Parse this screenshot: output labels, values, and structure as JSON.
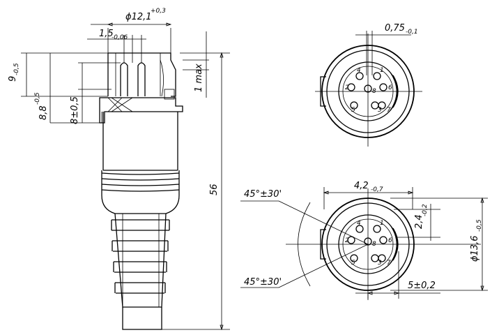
{
  "side_view": {
    "dims": {
      "dia_top": {
        "main": "ϕ12,1",
        "sup": "+0,3"
      },
      "offset_top": {
        "main": "1,5",
        "sub": "-0,06"
      },
      "left_9": {
        "main": "9",
        "sub": "-0,5"
      },
      "left_88": {
        "main": "8,8",
        "sup": "-0,5"
      },
      "left_8": {
        "main": "8±0,5"
      },
      "right_1max": {
        "main": "1 max"
      },
      "length_56": {
        "main": "56"
      }
    }
  },
  "top_front_view": {
    "dims": {
      "pin_dia": {
        "main": "0,75",
        "sub": "-0,1"
      }
    },
    "pin_labels": [
      "1",
      "2",
      "3",
      "4",
      "5",
      "6",
      "7",
      "8"
    ]
  },
  "bottom_front_view": {
    "dims": {
      "angle_top": {
        "main": "45°±30'"
      },
      "angle_bottom": {
        "main": "45°±30'"
      },
      "width_42": {
        "main": "4,2",
        "sub": "-0,7"
      },
      "height_24": {
        "main": "2,4",
        "sub": "-0,2"
      },
      "dia_136": {
        "main": "ϕ13,6",
        "sub": "-0,5"
      },
      "key_5": {
        "main": "5±0,2"
      }
    },
    "pin_labels": [
      "1",
      "2",
      "3",
      "4",
      "5",
      "6",
      "7",
      "8"
    ]
  }
}
